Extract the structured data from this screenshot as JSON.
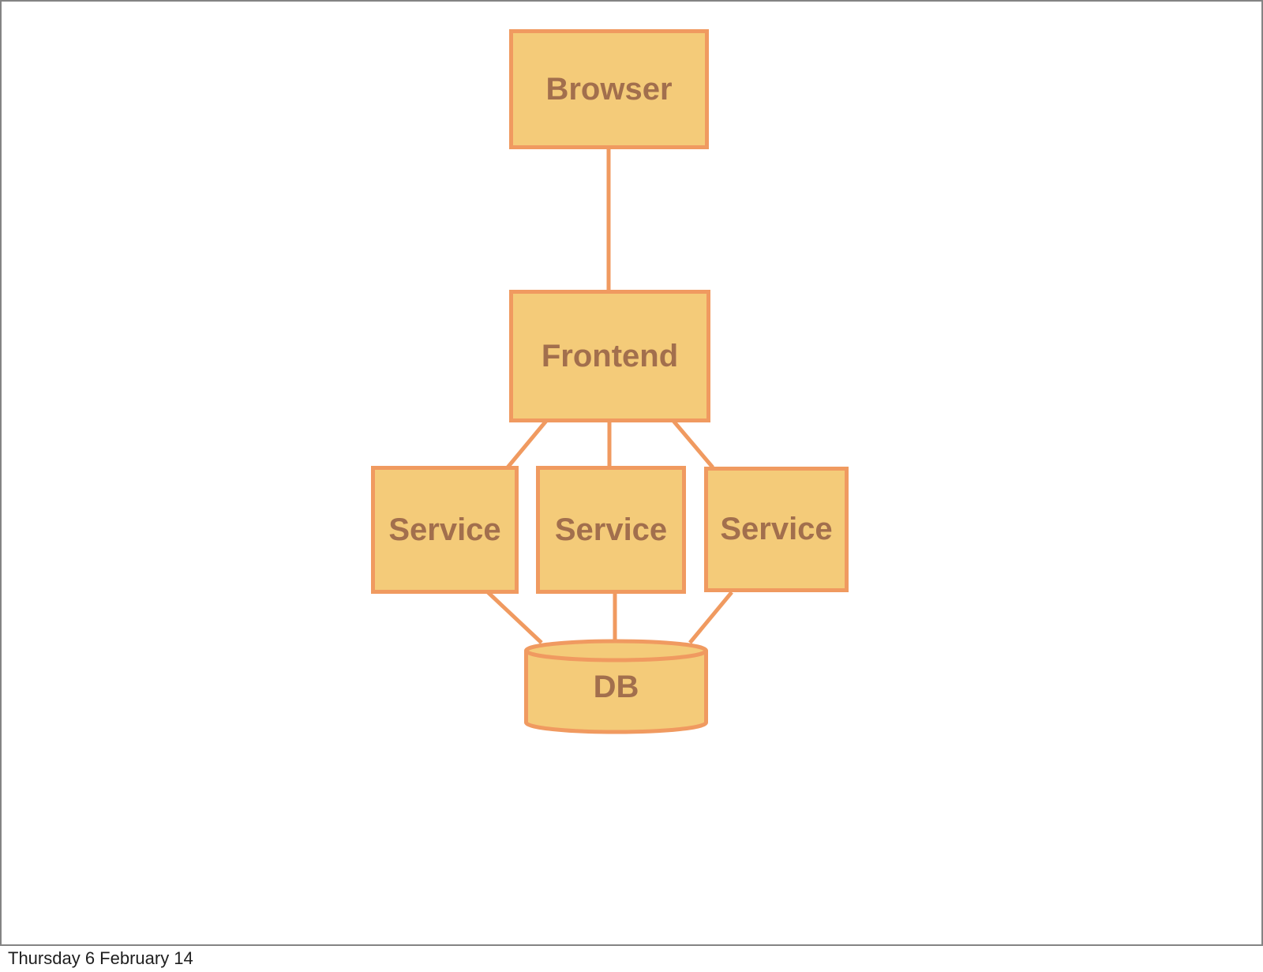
{
  "slide": {
    "background_color": "#ffffff",
    "border_color": "#848484"
  },
  "footer": {
    "date_label": "Thursday 6 February 14"
  },
  "diagram": {
    "colors": {
      "node_fill": "#F4CB79",
      "node_border": "#F09A60",
      "node_text": "#A26F4D",
      "connector": "#F09A60"
    },
    "nodes": [
      {
        "id": "browser",
        "label": "Browser",
        "shape": "rectangle"
      },
      {
        "id": "frontend",
        "label": "Frontend",
        "shape": "rectangle"
      },
      {
        "id": "service-1",
        "label": "Service",
        "shape": "rectangle"
      },
      {
        "id": "service-2",
        "label": "Service",
        "shape": "rectangle"
      },
      {
        "id": "service-3",
        "label": "Service",
        "shape": "rectangle"
      },
      {
        "id": "db",
        "label": "DB",
        "shape": "cylinder"
      }
    ],
    "edges": [
      {
        "from": "browser",
        "to": "frontend"
      },
      {
        "from": "frontend",
        "to": "service-1"
      },
      {
        "from": "frontend",
        "to": "service-2"
      },
      {
        "from": "frontend",
        "to": "service-3"
      },
      {
        "from": "service-1",
        "to": "db"
      },
      {
        "from": "service-2",
        "to": "db"
      },
      {
        "from": "service-3",
        "to": "db"
      }
    ]
  }
}
